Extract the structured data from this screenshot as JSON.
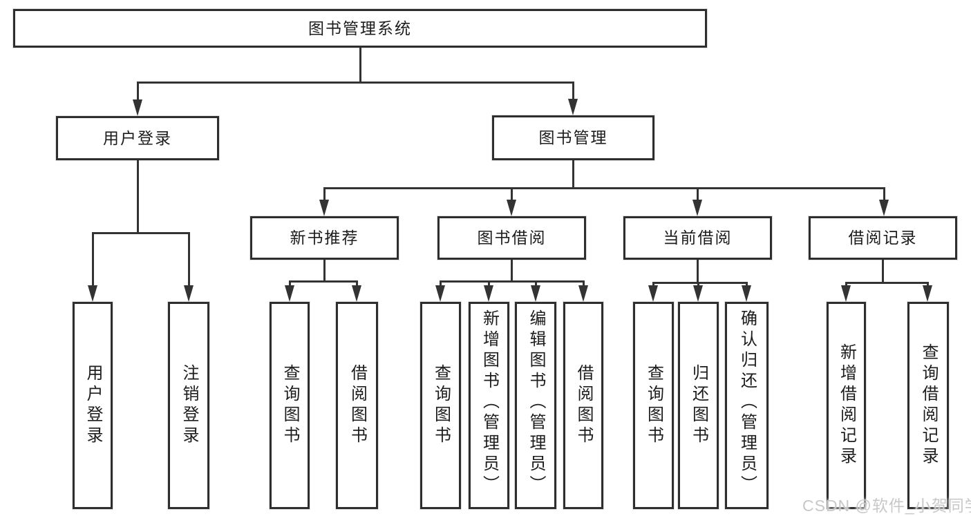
{
  "title": "图书管理系统",
  "watermark": "CSDN @软件_小贺同学",
  "colors": {
    "line": "#333333",
    "box_border": "#2e2e2e",
    "box_fill": "#ffffff",
    "text": "#1c1c1c",
    "watermark": "#c8c8c8"
  },
  "tree": {
    "label": "图书管理系统",
    "children": [
      {
        "label": "用户登录",
        "children": [
          {
            "label": "用户登录"
          },
          {
            "label": "注销登录"
          }
        ]
      },
      {
        "label": "图书管理",
        "children": [
          {
            "label": "新书推荐",
            "children": [
              {
                "label": "查询图书"
              },
              {
                "label": "借阅图书"
              }
            ]
          },
          {
            "label": "图书借阅",
            "children": [
              {
                "label": "查询图书"
              },
              {
                "label": "新增图书（管理员）"
              },
              {
                "label": "编辑图书（管理员）"
              },
              {
                "label": "借阅图书"
              }
            ]
          },
          {
            "label": "当前借阅",
            "children": [
              {
                "label": "查询图书"
              },
              {
                "label": "归还图书"
              },
              {
                "label": "确认归还（管理员）"
              }
            ]
          },
          {
            "label": "借阅记录",
            "children": [
              {
                "label": "新增借阅记录"
              },
              {
                "label": "查询借阅记录"
              }
            ]
          }
        ]
      }
    ]
  }
}
